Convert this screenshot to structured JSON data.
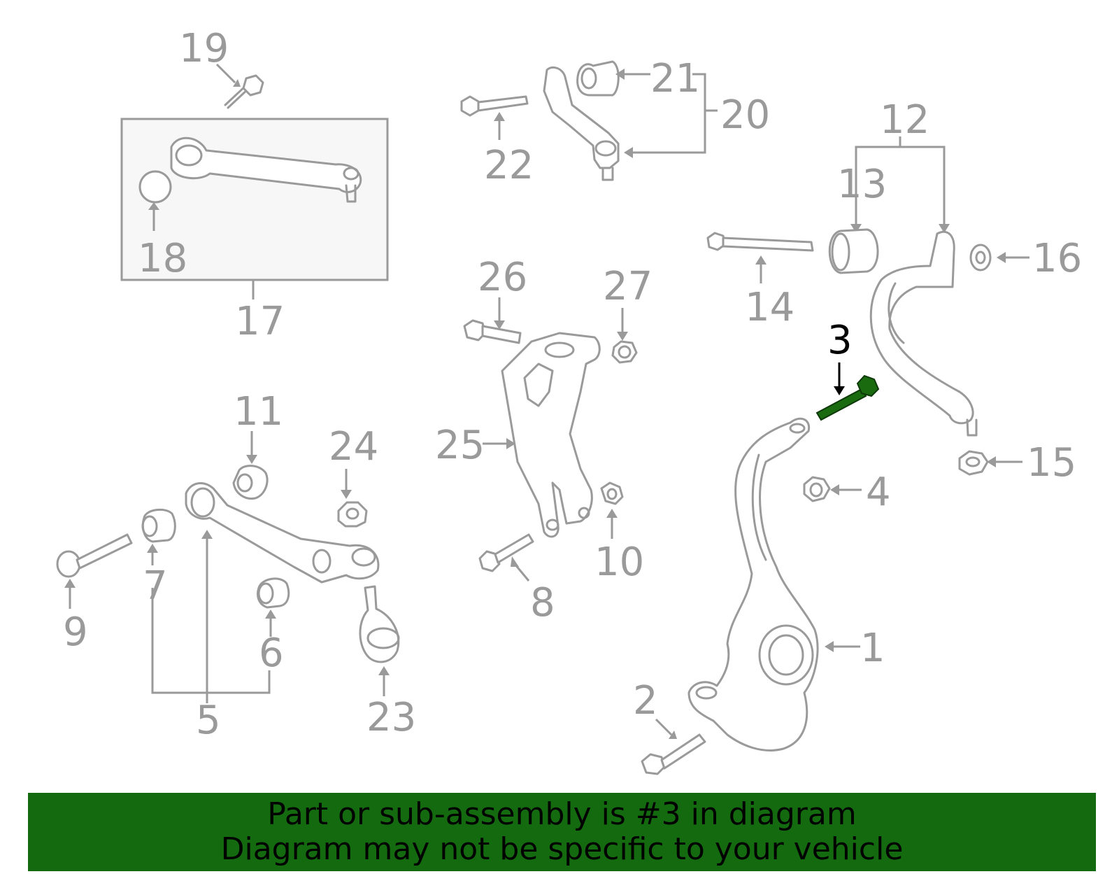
{
  "callouts": {
    "c1": "1",
    "c2": "2",
    "c3": "3",
    "c4": "4",
    "c5": "5",
    "c6": "6",
    "c7": "7",
    "c8": "8",
    "c9": "9",
    "c10": "10",
    "c11": "11",
    "c12": "12",
    "c13": "13",
    "c14": "14",
    "c15": "15",
    "c16": "16",
    "c17": "17",
    "c18": "18",
    "c19": "19",
    "c20": "20",
    "c21": "21",
    "c22": "22",
    "c23": "23",
    "c24": "24",
    "c25": "25",
    "c26": "26",
    "c27": "27"
  },
  "highlight": {
    "part": "3",
    "color": "#1a6b0f"
  },
  "banner": {
    "line1": "Part or sub-assembly is #3 in diagram",
    "line2": "Diagram may not be specific to your vehicle",
    "color": "#146b0f"
  }
}
